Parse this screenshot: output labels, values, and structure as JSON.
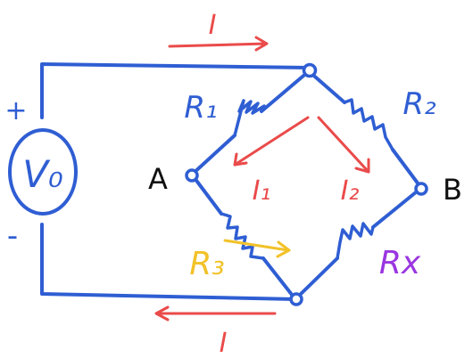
{
  "colors": {
    "wire": "#2f5ed3",
    "current": "#ea4b4b",
    "r3": "#f2c22a",
    "rx": "#9a36e0",
    "black": "#111111"
  },
  "labels": {
    "current_top": "I",
    "current_bottom": "I",
    "plus": "+",
    "minus": "-",
    "source": "V₀",
    "node_a": "A",
    "node_b": "B",
    "r1": "R₁",
    "r2": "R₂",
    "r3": "R₃",
    "rx": "Rx",
    "i1": "I₁",
    "i2": "I₂"
  }
}
